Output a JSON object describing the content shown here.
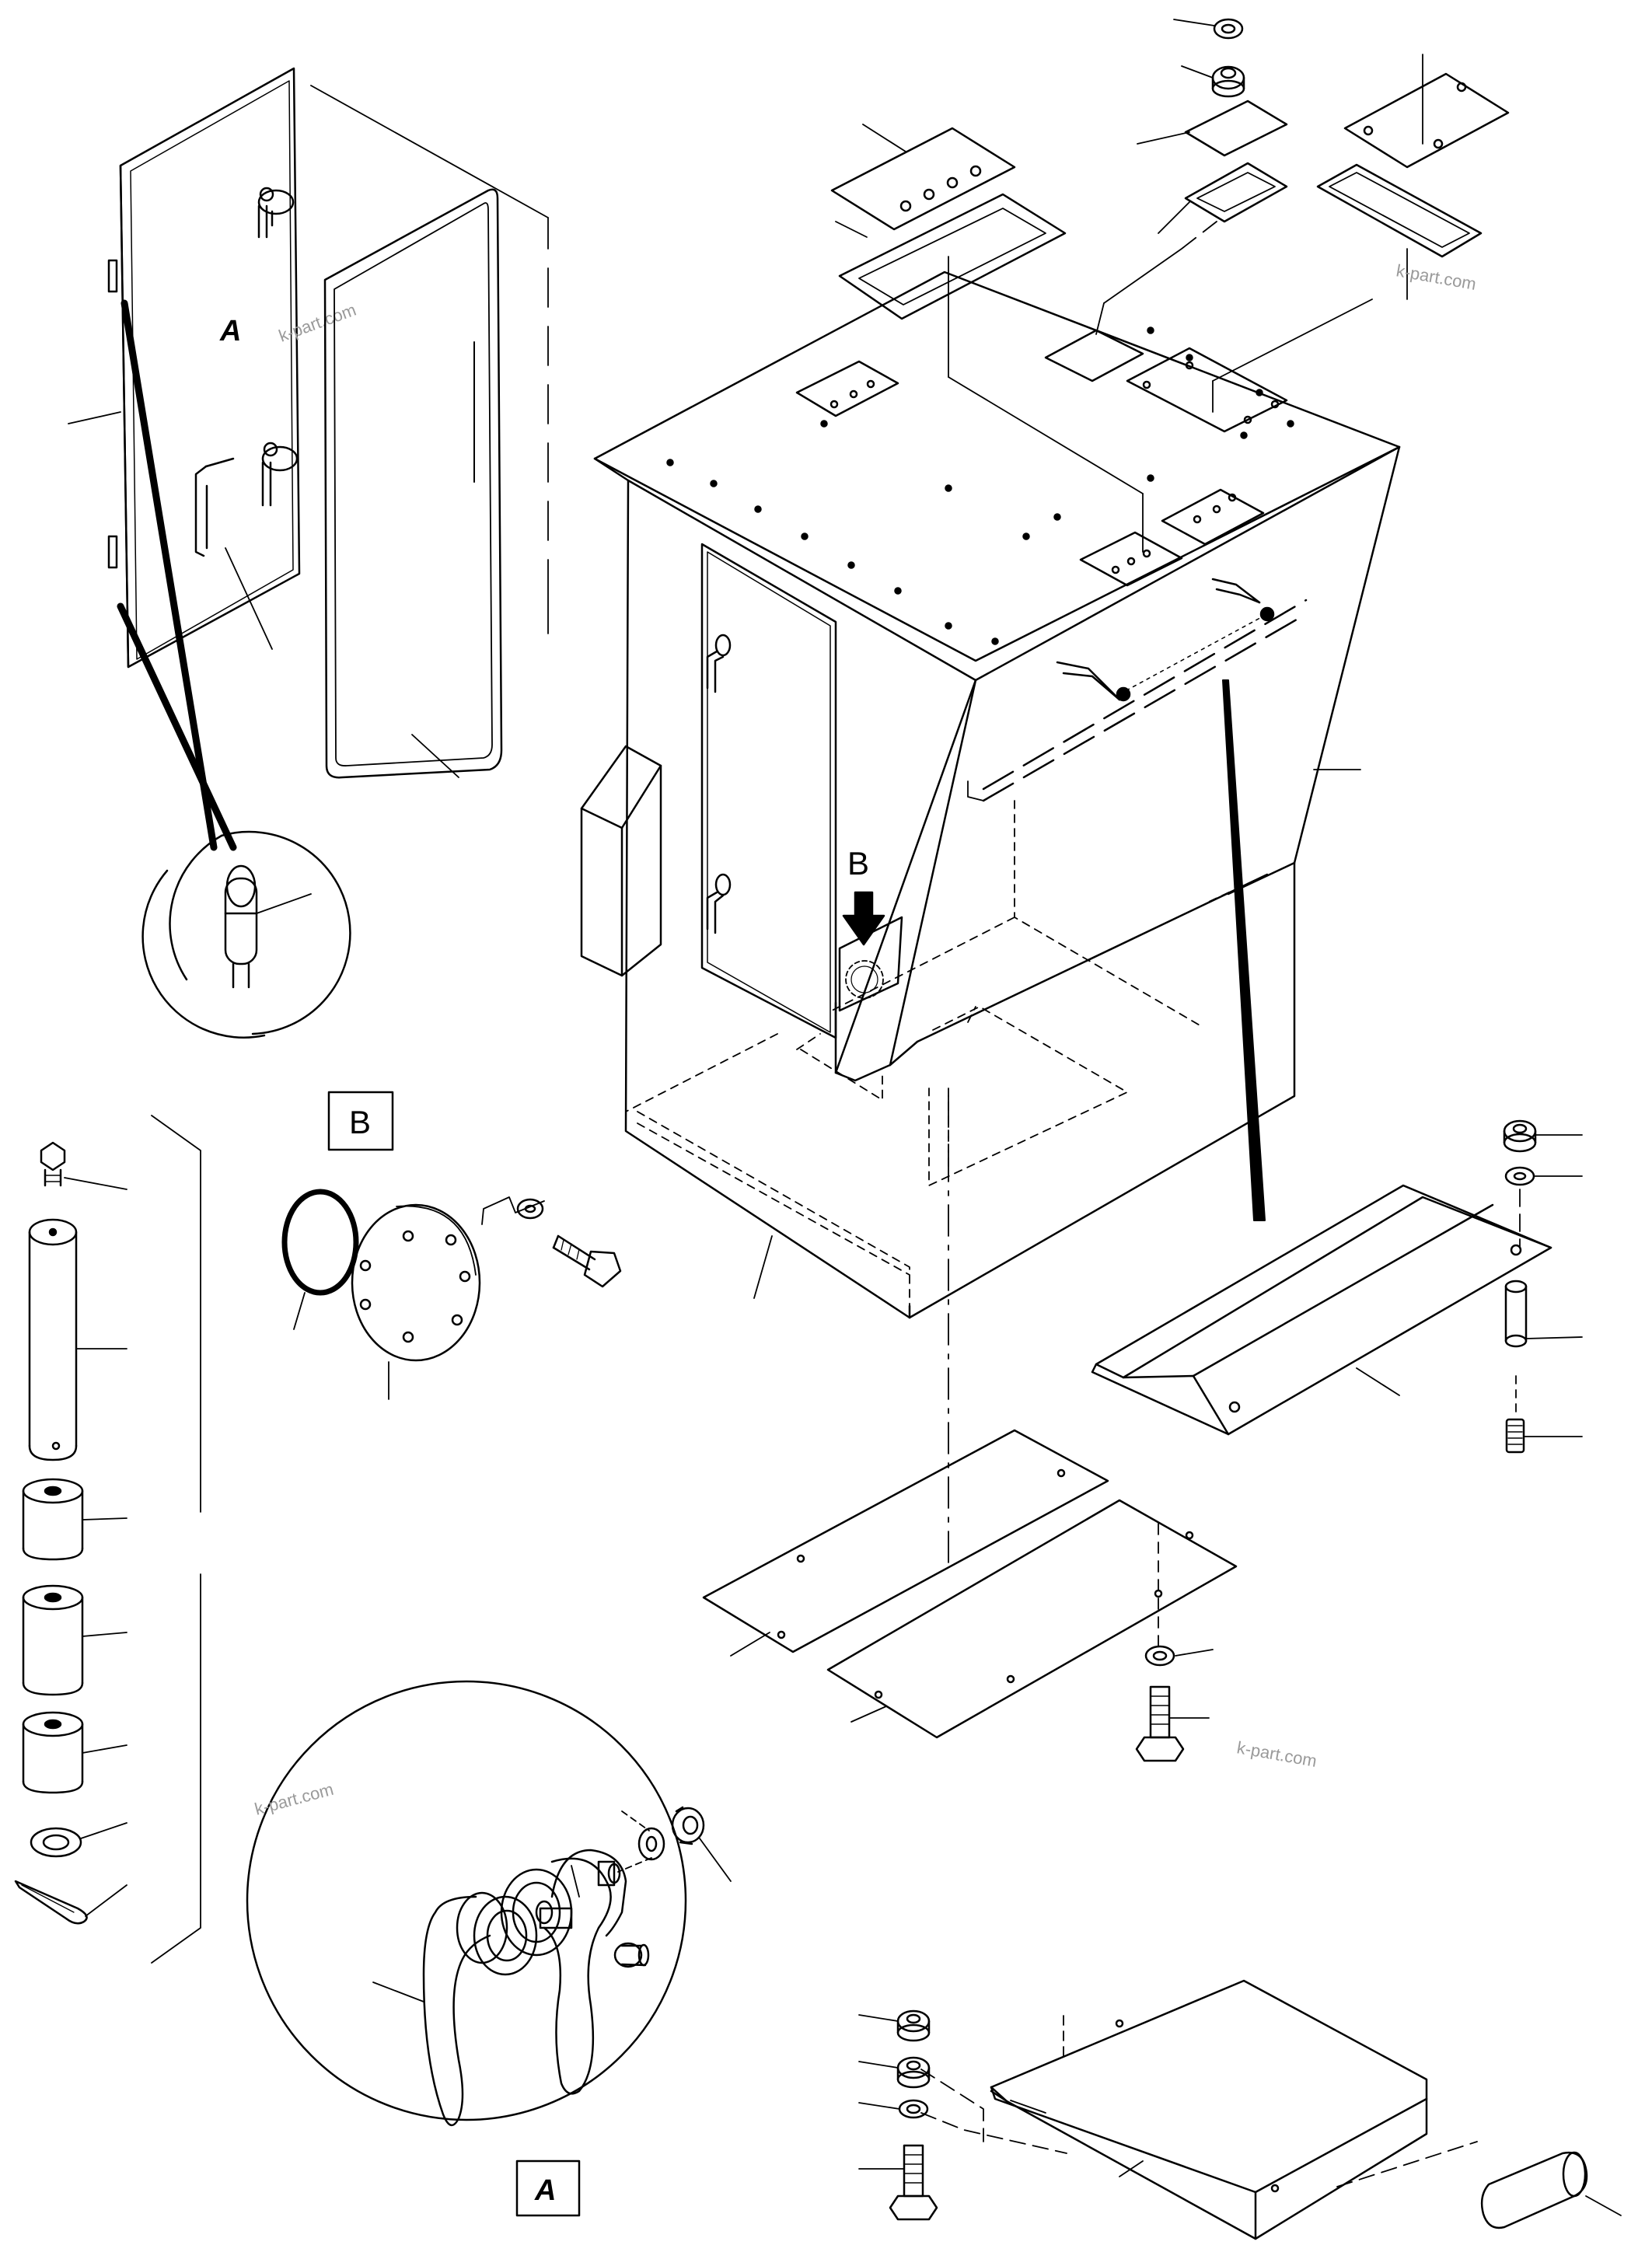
{
  "labels": {
    "door_view": "A",
    "detail_b_arrow": "B",
    "detail_b_box": "B",
    "detail_a_box": "A"
  },
  "watermarks": [
    "k-part.com",
    "k-part.com",
    "k-part.com",
    "k-part.com"
  ]
}
